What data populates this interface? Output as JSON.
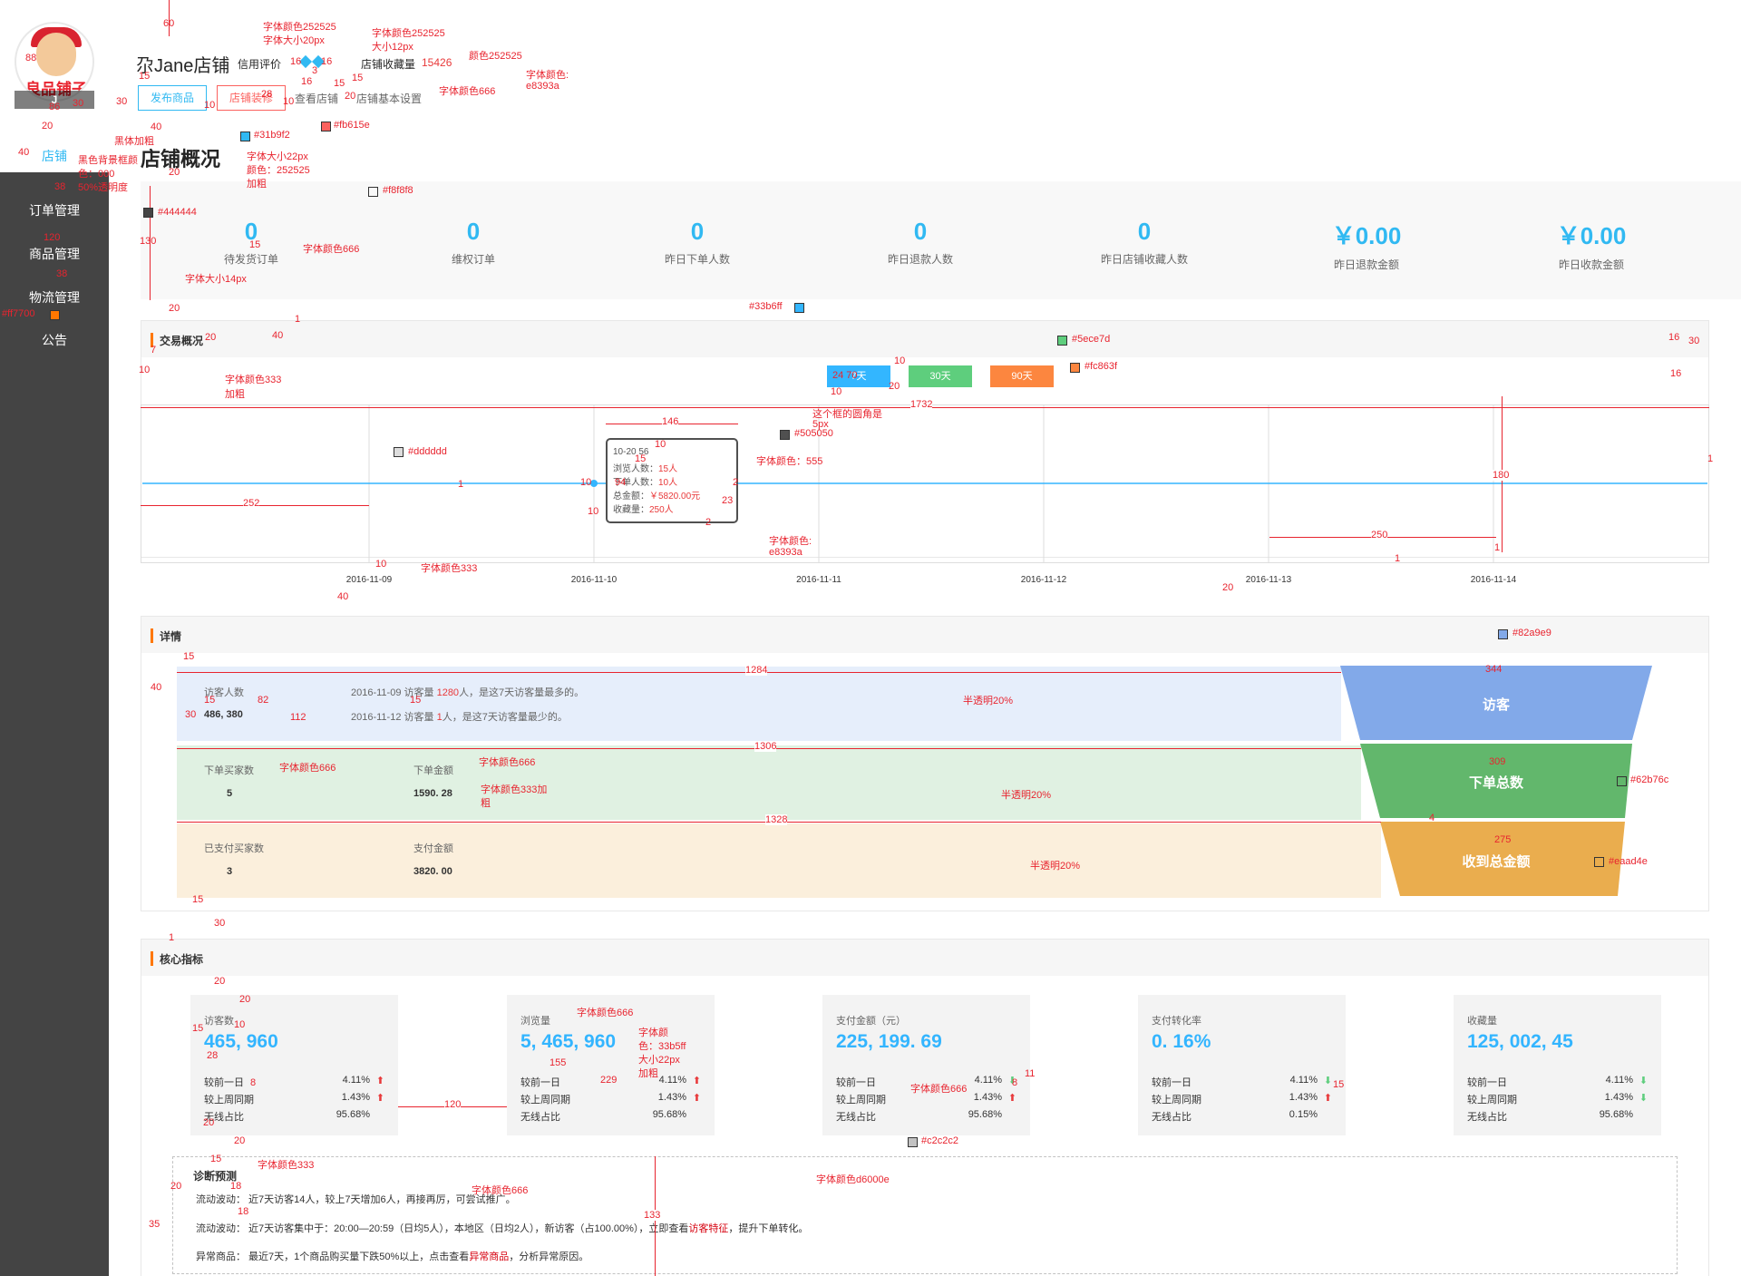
{
  "sidebar": {
    "logo_text": "良品铺子",
    "shop_badge": "J",
    "nav": [
      {
        "label": "店铺",
        "active": true
      },
      {
        "label": "订单管理",
        "active": false
      },
      {
        "label": "商品管理",
        "active": false
      },
      {
        "label": "物流管理",
        "active": false
      },
      {
        "label": "公告",
        "active": false
      }
    ]
  },
  "header": {
    "shop_name": "尕Jane店铺",
    "credit_label": "信用评价",
    "favorites_label": "店铺收藏量",
    "favorites_count": "15426",
    "publish_button": "发布商品",
    "decorate_button": "店铺装修",
    "view_shop_link": "查看店铺",
    "settings_link": "店铺基本设置",
    "page_title": "店铺概况"
  },
  "stats": [
    {
      "value": "0",
      "label": "待发货订单"
    },
    {
      "value": "0",
      "label": "维权订单"
    },
    {
      "value": "0",
      "label": "昨日下单人数"
    },
    {
      "value": "0",
      "label": "昨日退款人数"
    },
    {
      "value": "0",
      "label": "昨日店铺收藏人数"
    },
    {
      "value": "￥0.00",
      "label": "昨日退款金额"
    },
    {
      "value": "￥0.00",
      "label": "昨日收款金额"
    }
  ],
  "trade": {
    "title": "交易概况",
    "tabs": [
      {
        "label": "7天",
        "color": "#33b6ff"
      },
      {
        "label": "30天",
        "color": "#5ece7d"
      },
      {
        "label": "90天",
        "color": "#fc863f"
      }
    ],
    "tooltip": {
      "date": "10-20 56",
      "lines": [
        {
          "label": "浏览人数：",
          "value": "15人"
        },
        {
          "label": "下单人数：",
          "value": "10人"
        },
        {
          "label": "总金额：",
          "value": "￥5820.00元"
        },
        {
          "label": "收藏量：",
          "value": "250人"
        }
      ]
    }
  },
  "chart_data": {
    "type": "line",
    "x": [
      "2016-11-09",
      "2016-11-10",
      "2016-11-11",
      "2016-11-12",
      "2016-11-13",
      "2016-11-14"
    ],
    "series": [
      {
        "values": [
          15,
          15,
          15,
          15,
          15,
          15
        ],
        "color": "#33b5ff"
      }
    ],
    "grid": true
  },
  "details": {
    "title": "详情",
    "visitors_label": "访客人数",
    "visitors_value": "486, 380",
    "note1_date": "2016-11-09",
    "note1_pre": "访客量",
    "note1_value": "1280",
    "note1_post": "人，是这7天访客量最多的。",
    "note2_date": "2016-11-12",
    "note2_pre": "访客量",
    "note2_value": "1",
    "note2_post": "人，是这7天访客量最少的。",
    "buyers_label": "下单买家数",
    "buyers_value": "5",
    "order_amount_label": "下单金额",
    "order_amount_value": "1590. 28",
    "paid_buyers_label": "已支付买家数",
    "paid_buyers_value": "3",
    "paid_amount_label": "支付金额",
    "paid_amount_value": "3820. 00",
    "funnel": [
      {
        "label": "访客",
        "color": "#82a9e9"
      },
      {
        "label": "下单总数",
        "color": "#62b76c"
      },
      {
        "label": "收到总金额",
        "color": "#eaad4e"
      }
    ]
  },
  "core": {
    "title": "核心指标",
    "cards": [
      {
        "title": "访客数",
        "value": "465, 960",
        "rows": [
          {
            "label": "较前一日",
            "pct": "4.11%",
            "dir": "up"
          },
          {
            "label": "较上周同期",
            "pct": "1.43%",
            "dir": "up"
          },
          {
            "label": "无线占比",
            "pct": "95.68%",
            "dir": ""
          }
        ]
      },
      {
        "title": "浏览量",
        "value": "5, 465, 960",
        "rows": [
          {
            "label": "较前一日",
            "pct": "4.11%",
            "dir": "up"
          },
          {
            "label": "较上周同期",
            "pct": "1.43%",
            "dir": "up"
          },
          {
            "label": "无线占比",
            "pct": "95.68%",
            "dir": ""
          }
        ]
      },
      {
        "title": "支付金额（元）",
        "value": "225, 199. 69",
        "rows": [
          {
            "label": "较前一日",
            "pct": "4.11%",
            "dir": "down"
          },
          {
            "label": "较上周同期",
            "pct": "1.43%",
            "dir": "up"
          },
          {
            "label": "无线占比",
            "pct": "95.68%",
            "dir": ""
          }
        ]
      },
      {
        "title": "支付转化率",
        "value": "0. 16%",
        "rows": [
          {
            "label": "较前一日",
            "pct": "4.11%",
            "dir": "down"
          },
          {
            "label": "较上周同期",
            "pct": "1.43%",
            "dir": "up"
          },
          {
            "label": "无线占比",
            "pct": "0.15%",
            "dir": ""
          }
        ]
      },
      {
        "title": "收藏量",
        "value": "125, 002, 45",
        "rows": [
          {
            "label": "较前一日",
            "pct": "4.11%",
            "dir": "down"
          },
          {
            "label": "较上周同期",
            "pct": "1.43%",
            "dir": "down"
          },
          {
            "label": "无线占比",
            "pct": "95.68%",
            "dir": ""
          }
        ]
      }
    ]
  },
  "diagnosis": {
    "title": "诊断预测",
    "line1": "流动波动： 近7天访客14人，较上7天增加6人，再接再厉，可尝试推广。",
    "line2_pre": "流动波动： 近7天访客集中于：20:00—20:59（日均5人），本地区（日均2人），新访客（占100.00%），立即查看",
    "line2_link": "访客特征",
    "line2_post": "，提升下单转化。",
    "line3_pre": "异常商品： 最近7天，1个商品购买量下跌50%以上，点击查看",
    "line3_link": "异常商品",
    "line3_post": "，分析异常原因。"
  },
  "annotations": {
    "a_font252525_20": "字体颜色252525",
    "a_size20": "字体大小20px",
    "a_font252525_12": "字体颜色252525",
    "a_size12": "大小12px",
    "a_color252525": "颜色252525",
    "a_fontcolor": "字体颜色:",
    "a_e8393a": "e8393a",
    "a_font666": "字体颜色666",
    "a_fb615e": "#fb615e",
    "a_31b9f2": "#31b9f2",
    "a_heiti": "黑体加粗",
    "a_blackbg": "黑色背景框颜",
    "a_blackbg2": "色：000",
    "a_blackbg3": "50%透明度",
    "a_size22": "字体大小22px",
    "a_size22b": "颜色：252525",
    "a_size22c": "加粗",
    "a_f8f8f8": "#f8f8f8",
    "a_444444": "#444444",
    "a_font666b": "字体颜色666",
    "a_size14": "字体大小14px",
    "a_ff7700": "#ff7700",
    "a_33b6ff": "#33b6ff",
    "a_5ece7d": "#5ece7d",
    "a_fc863f": "#fc863f",
    "a_font333": "字体颜色333",
    "a_bold": "加粗",
    "a_radius": "这个框的圆角是",
    "a_radius2": "5px",
    "a_505050": "#505050",
    "a_555": "字体颜色：555",
    "a_dddddd": "#dddddd",
    "a_fontcolor2": "字体颜色:",
    "a_e8393a2": "e8393a",
    "a_font333b": "字体颜色333",
    "a_82a9e9": "#82a9e9",
    "a_semi1": "半透明20%",
    "a_semi2": "半透明20%",
    "a_semi3": "半透明20%",
    "a_62b76c": "#62b76c",
    "a_eaad4e": "#eaad4e",
    "a_font666c": "字体颜色666",
    "a_font666d": "字体颜色666",
    "a_font333c": "字体颜色333加",
    "a_font333c2": "粗",
    "a_font666e": "字体颜色666",
    "a_33b5ff": "字体颜",
    "a_33b5ff2": "色：33b5ff",
    "a_33b5ff3": "大小22px",
    "a_33b5ff4": "加粗",
    "a_font666f": "字体颜色666",
    "a_c2c2c2": "#c2c2c2",
    "a_font333d": "字体颜色333",
    "a_font666g": "字体颜色666",
    "a_d6000e": "字体颜色d6000e",
    "n60": "60",
    "n88": "88",
    "n15a": "15",
    "n10a": "10",
    "n86": "86",
    "n30a": "30",
    "n20a": "20",
    "n40a": "40",
    "n30b": "30",
    "n28": "28",
    "n10b": "10",
    "n16a": "16",
    "n3": "3",
    "n16b": "16",
    "n16c": "16",
    "n15b": "15",
    "n15c": "15",
    "n20b": "20",
    "n20c": "20",
    "n38": "38",
    "n40b": "40",
    "n130": "130",
    "n120": "120",
    "n38b": "38",
    "n15d": "15",
    "n20d": "20",
    "n20e": "20",
    "n40c": "40",
    "n1a": "1",
    "n10c": "10",
    "n7": "7",
    "n10d": "10",
    "n2470": "24 70",
    "n10e": "10",
    "n20f": "20",
    "n16d": "16",
    "n30c": "30",
    "n16e": "16",
    "n1732": "1732",
    "n146": "146",
    "n10f": "10",
    "n1b": "1",
    "n10g": "10",
    "n1c": "1",
    "n94": "94",
    "n15e": "15",
    "n2a": "2",
    "n23": "23",
    "n10h": "10",
    "n2b": "2",
    "n252": "252",
    "n10i": "10",
    "n40d": "40",
    "n180": "180",
    "n250": "250",
    "n1d": "1",
    "n1e": "1",
    "n20g": "20",
    "n15f": "15",
    "n40e": "40",
    "n1284": "1284",
    "n344": "344",
    "n15g": "15",
    "n82": "82",
    "n30d": "30",
    "n112": "112",
    "n15h": "15",
    "n1306": "1306",
    "n309": "309",
    "n1328": "1328",
    "n4": "4",
    "n275": "275",
    "n15i": "15",
    "n30e": "30",
    "n1f": "1",
    "n20h": "20",
    "n20i": "20",
    "n15j": "15",
    "n10j": "10",
    "n28b": "28",
    "n8": "8",
    "n155": "155",
    "n229": "229",
    "n120b": "120",
    "n11": "11",
    "n8b": "8",
    "n15k": "15",
    "n20j": "20",
    "n20k": "20",
    "n15l": "15",
    "n18a": "18",
    "n18b": "18",
    "n20l": "20",
    "n35": "35",
    "n133": "133"
  }
}
